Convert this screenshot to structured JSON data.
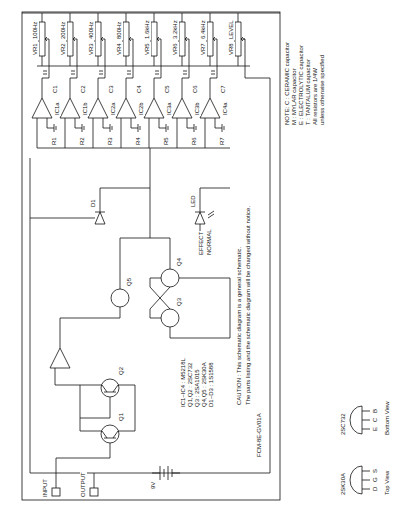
{
  "diagram": {
    "labels": [
      "VR1",
      "VR2",
      "VR3",
      "VR4",
      "VR5",
      "VR6",
      "VR7",
      "VR8",
      "100Hz",
      "200Hz",
      "400Hz",
      "800Hz",
      "1.6kHz",
      "3.2kHz",
      "6.4kHz",
      "LEVEL",
      "IC1a",
      "IC1b",
      "IC2a",
      "IC2b",
      "IC3a",
      "IC3b",
      "IC4a",
      "FCM-8E-GV01A",
      "CAUTION : This schematic diagram is a general schematic.",
      "The parts listing and the schematic diagram will be changed without notice.",
      "IC1~IC4 : M5218L",
      "Q1,Q2 : 2SC732",
      "Q3 : 2SA1015",
      "Q4,Q5 : 2SK30A",
      "D1~D3 : 1S1588",
      "NOTE: C : CERAMIC capacitor",
      "M : MYLAR capacitor",
      "E : ELECTROLYTIC capacitor",
      "T : TANTALUM capacitor",
      "All resistors are 1/4W",
      "unless otherwise specified",
      "Top View",
      "Bottom View",
      "2SK30A",
      "2SC732",
      "D",
      "G",
      "S",
      "E",
      "C",
      "B",
      "INPUT",
      "OUTPUT",
      "9V",
      "EFFECT",
      "NORMAL",
      "Q1",
      "Q2",
      "Q3",
      "Q4",
      "Q5",
      "D1",
      "LED",
      "R1",
      "R2",
      "R3",
      "R4",
      "R5",
      "R6",
      "R7",
      "C1",
      "C2",
      "C3",
      "C4",
      "C5",
      "C6",
      "C7"
    ]
  }
}
